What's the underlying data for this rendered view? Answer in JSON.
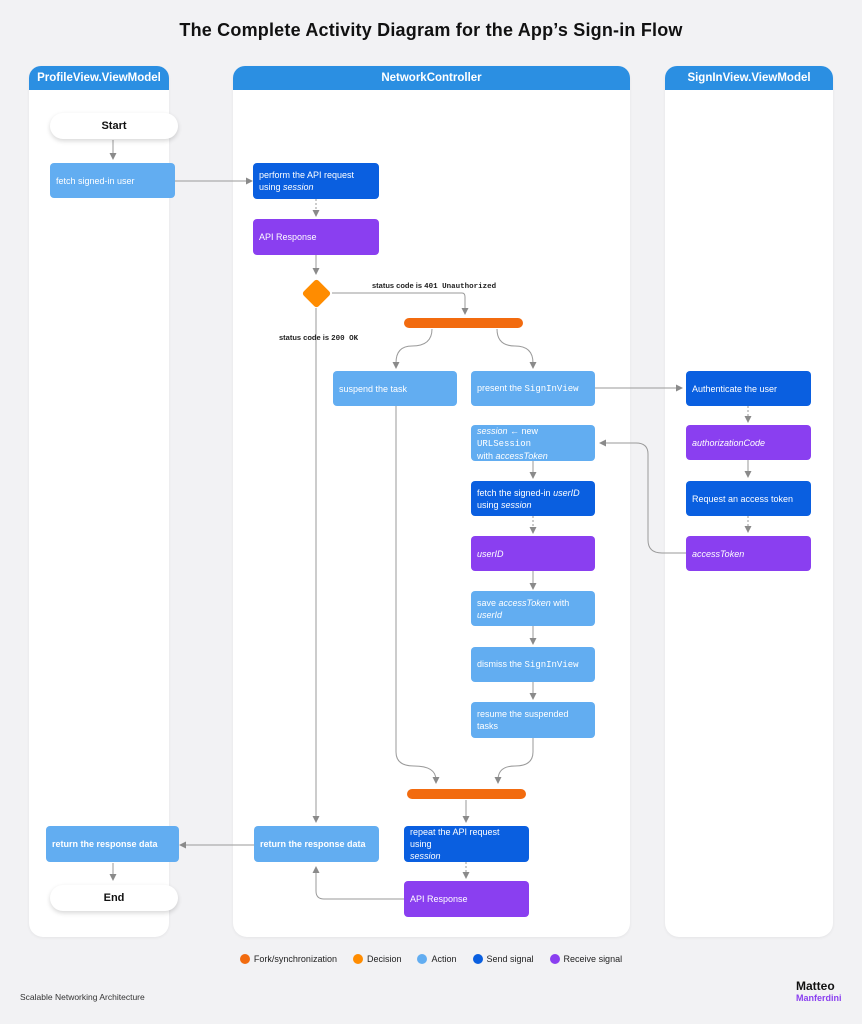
{
  "title": "The Complete Activity Diagram for the App’s Sign-in Flow",
  "lanes": {
    "profile": "ProfileView.ViewModel",
    "network": "NetworkController",
    "signin": "SignInView.ViewModel"
  },
  "profile": {
    "start": "Start",
    "fetch": "fetch signed-in user",
    "return": "return the response data",
    "end": "End"
  },
  "network": {
    "perform_line1": "perform the API request",
    "perform_line2_prefix": "using ",
    "perform_line2_var": "session",
    "api_response": "API Response",
    "guard_401_prefix": "status code is ",
    "guard_401_code": "401 Unauthorized",
    "guard_200_prefix": "status code is ",
    "guard_200_code": "200 OK",
    "suspend": "suspend the task",
    "present_prefix": "present the ",
    "present_code": "SignInView",
    "session_var": "session",
    "session_mid": " ← new ",
    "session_code": "URLSession",
    "session_line2_prefix": "with ",
    "session_line2_var": "accessToken",
    "fetch_userid_line1_prefix": "fetch the signed-in ",
    "fetch_userid_line1_var": "userID",
    "fetch_userid_line2_prefix": "using ",
    "fetch_userid_line2_var": "session",
    "userid": "userID",
    "save_prefix": "save ",
    "save_var1": "accessToken",
    "save_mid": " with ",
    "save_var2": "userId",
    "dismiss_prefix": "dismiss the ",
    "dismiss_code": "SignInView",
    "resume": "resume the suspended tasks",
    "return": "return the response data",
    "repeat_line1": "repeat the API request using",
    "repeat_line2_var": "session",
    "api_response_2": "API Response"
  },
  "signin": {
    "authenticate": "Authenticate the user",
    "auth_code": "authorizationCode",
    "request_token": "Request an access token",
    "access_token": "accessToken"
  },
  "legend": [
    {
      "label": "Fork/synchronization",
      "color": "#f26b0f"
    },
    {
      "label": "Decision",
      "color": "#ff8c00"
    },
    {
      "label": "Action",
      "color": "#62adf1"
    },
    {
      "label": "Send signal",
      "color": "#0a5fe0"
    },
    {
      "label": "Receive signal",
      "color": "#8a3ff0"
    }
  ],
  "footer": "Scalable Networking Architecture",
  "brand": {
    "line1": "Matteo",
    "line2": "Manferdini"
  }
}
